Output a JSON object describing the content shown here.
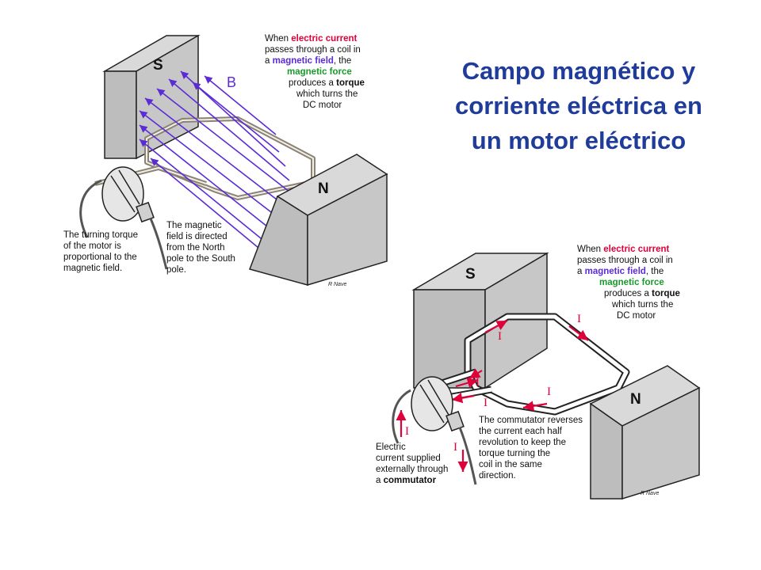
{
  "title": "Campo magnético y corriente eléctrica en un motor eléctrico",
  "colors": {
    "title": "#1f3c9a",
    "field_lines": "#5b2bd6",
    "current": "#e0003a",
    "magnet": "#c7c7c7",
    "coil": "#8a8274"
  },
  "top_diagram": {
    "pole_s": "S",
    "pole_n": "N",
    "field_label": "B",
    "caption": {
      "l1_a": "When ",
      "l1_b": "electric current",
      "l2": "passes through a  coil in",
      "l3_a": "a ",
      "l3_b": "magnetic field",
      "l3_c": ", the",
      "l4": "magnetic force",
      "l5_a": "produces a ",
      "l5_b": "torque",
      "l6": "which turns the",
      "l7": "DC motor"
    },
    "torque_note": [
      "The turning torque",
      "of the motor is",
      "proportional to the",
      "magnetic field."
    ],
    "field_note": [
      "The magnetic",
      "field is directed",
      "from the  North",
      "pole to the South",
      "pole."
    ],
    "credit": "R Nave"
  },
  "bottom_diagram": {
    "pole_s": "S",
    "pole_n": "N",
    "current_symbol": "I",
    "caption": {
      "l1_a": "When ",
      "l1_b": "electric current",
      "l2": "passes through a  coil in",
      "l3_a": "a ",
      "l3_b": "magnetic field",
      "l3_c": ", the",
      "l4": "magnetic force",
      "l5_a": "produces a ",
      "l5_b": "torque",
      "l6": "which turns the",
      "l7": "DC motor"
    },
    "commutator_note": [
      "The commutator reverses",
      "the current each half",
      "revolution to keep the",
      "torque turning the",
      "coil in the same",
      "direction."
    ],
    "supply_note": {
      "l1": "Electric",
      "l2": "current supplied",
      "l3": "externally through",
      "l4_a": "a ",
      "l4_b": "commutator"
    },
    "credit": "R Nave"
  }
}
